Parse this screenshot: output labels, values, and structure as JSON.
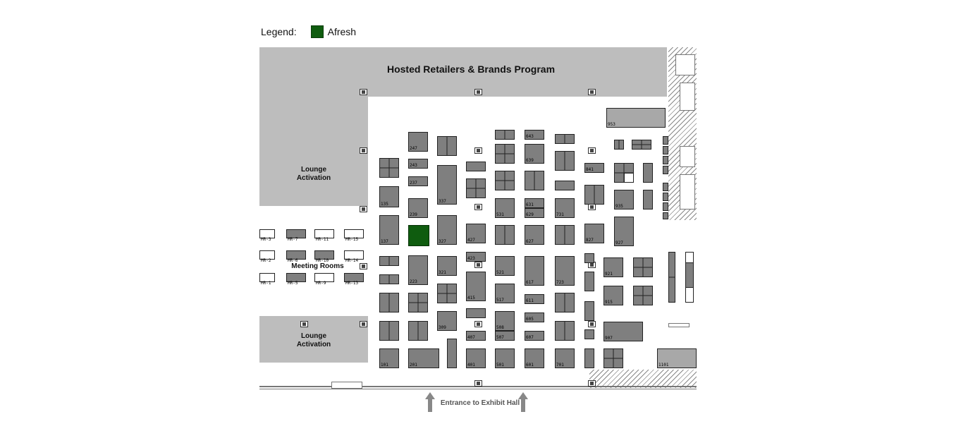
{
  "legend": {
    "label": "Legend:",
    "items": [
      {
        "name": "Afresh",
        "color": "#0f5c0f"
      }
    ]
  },
  "zones": {
    "hosted_title": "Hosted Retailers & Brands Program",
    "lounge_line1": "Lounge",
    "lounge_line2": "Activation",
    "meeting_rooms": "Meeting Rooms"
  },
  "colors": {
    "booth": "#7f7f7f",
    "zone": "#bdbdbd",
    "highlight": "#0f5c0f"
  },
  "meeting_rooms": [
    {
      "label": "MR-3"
    },
    {
      "label": "MR-7"
    },
    {
      "label": "MR-11"
    },
    {
      "label": "MR-15"
    },
    {
      "label": "MR-2"
    },
    {
      "label": "MR-6"
    },
    {
      "label": "MR-10"
    },
    {
      "label": "MR-14"
    },
    {
      "label": "MR-1"
    },
    {
      "label": "MR-5"
    },
    {
      "label": "MR-9"
    },
    {
      "label": "MR-13"
    }
  ],
  "booths": [
    {
      "num": "247"
    },
    {
      "num": "243"
    },
    {
      "num": "237"
    },
    {
      "num": "135"
    },
    {
      "num": "239"
    },
    {
      "num": "337"
    },
    {
      "num": "137"
    },
    {
      "num": "327"
    },
    {
      "num": "427"
    },
    {
      "num": "223"
    },
    {
      "num": "321"
    },
    {
      "num": "423"
    },
    {
      "num": "415"
    },
    {
      "num": "309"
    },
    {
      "num": "407"
    },
    {
      "num": "101"
    },
    {
      "num": "201"
    },
    {
      "num": "401"
    },
    {
      "num": "643"
    },
    {
      "num": "639"
    },
    {
      "num": "531"
    },
    {
      "num": "631"
    },
    {
      "num": "629"
    },
    {
      "num": "731"
    },
    {
      "num": "627"
    },
    {
      "num": "521"
    },
    {
      "num": "617"
    },
    {
      "num": "723"
    },
    {
      "num": "517"
    },
    {
      "num": "611"
    },
    {
      "num": "605"
    },
    {
      "num": "508"
    },
    {
      "num": "507"
    },
    {
      "num": "607"
    },
    {
      "num": "501"
    },
    {
      "num": "601"
    },
    {
      "num": "701"
    },
    {
      "num": "953"
    },
    {
      "num": "841"
    },
    {
      "num": "935"
    },
    {
      "num": "827"
    },
    {
      "num": "927"
    },
    {
      "num": "921"
    },
    {
      "num": "915"
    },
    {
      "num": "907"
    },
    {
      "num": "1101"
    }
  ],
  "entrance": {
    "label": "Entrance to Exhibit Hall"
  }
}
